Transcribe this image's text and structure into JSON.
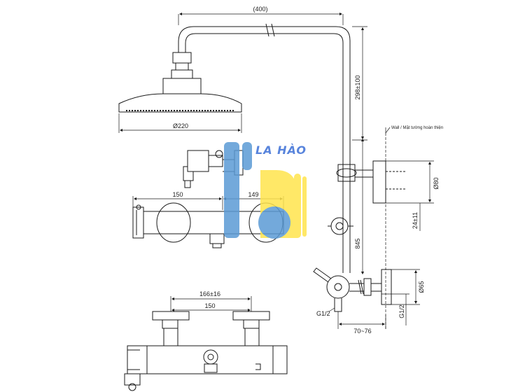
{
  "dimensions": {
    "arm_length": "(400)",
    "head_diameter": "Ø220",
    "riser_adjust": "298±100",
    "mixer_left": "150",
    "mixer_right": "149",
    "bracket_diameter": "Ø80",
    "bracket_offset": "24±11",
    "riser_height": "845",
    "inlet_cover": "Ø65",
    "thread_left": "G1/2",
    "thread_right": "G1/2",
    "projection": "70~76",
    "center_distance": "166±16",
    "center_nominal": "150"
  },
  "wall_note": "Wall / Mặt tường hoàn thiện",
  "watermark": {
    "brand": "LA HÀO",
    "colors": {
      "blue": "#5b9bd5",
      "yellow": "#ffe44d"
    }
  },
  "colors": {
    "line": "#1a1a1a"
  }
}
